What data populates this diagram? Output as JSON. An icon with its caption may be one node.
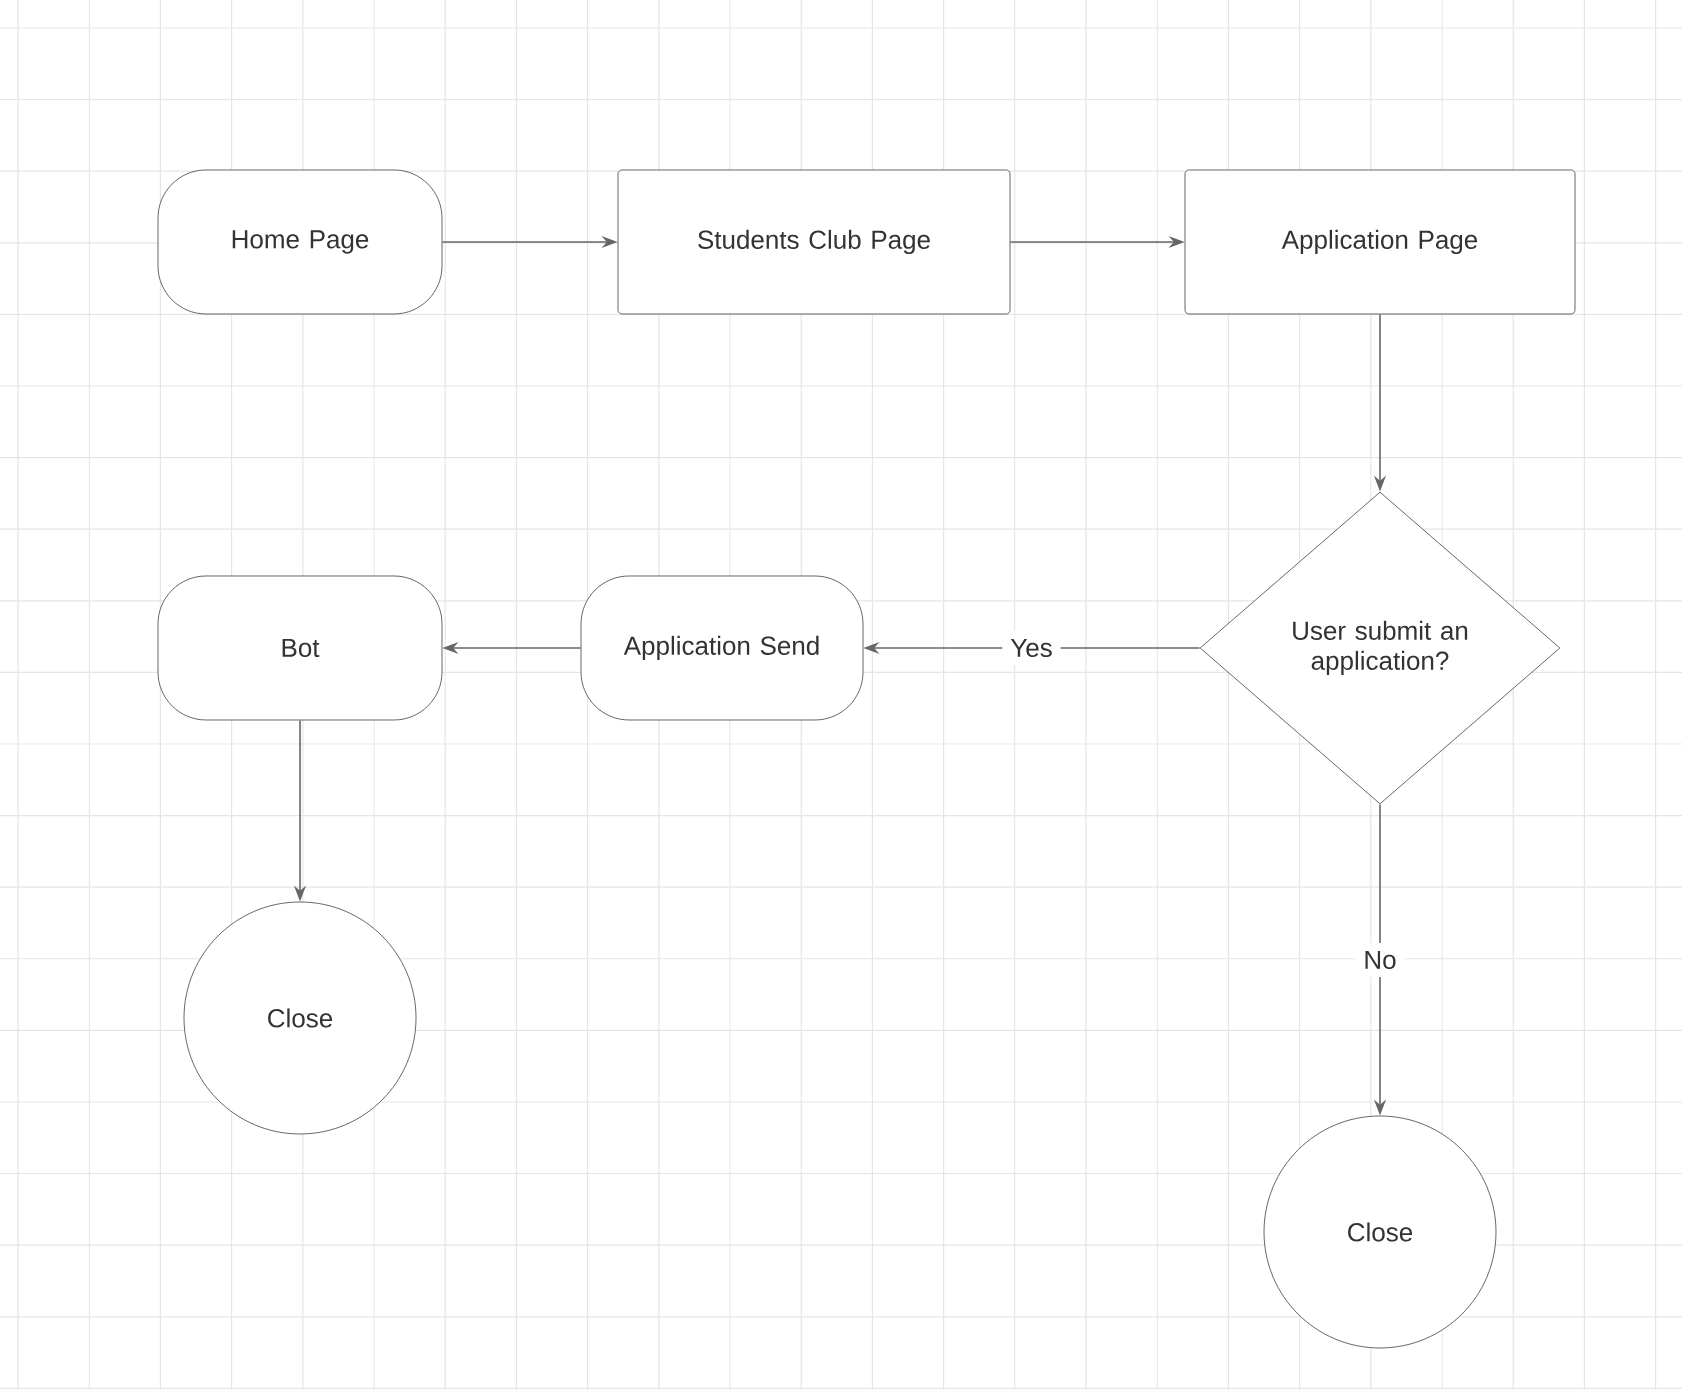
{
  "diagram": {
    "nodes": [
      {
        "text": [
          "Home Page"
        ]
      },
      {
        "text": [
          "Students Club Page"
        ]
      },
      {
        "text": [
          "Application Page"
        ]
      },
      {
        "text": [
          "User submit an application?"
        ]
      },
      {
        "text": [
          "Application Send"
        ]
      },
      {
        "text": [
          "Bot"
        ]
      },
      {
        "text": [
          "Close"
        ]
      },
      {
        "text": [
          "Close"
        ]
      }
    ],
    "edges": [
      {
        "from": 0,
        "to": 1,
        "arrow": "to"
      },
      {
        "from": 1,
        "to": 2,
        "arrow": "to"
      },
      {
        "from": 2,
        "to": 3,
        "arrow": "to"
      },
      {
        "from": 3,
        "to": 4,
        "arrow": "to",
        "label": "Yes"
      },
      {
        "from": 4,
        "to": 5,
        "arrow": "to"
      },
      {
        "from": 5,
        "to": 6,
        "arrow": "to"
      },
      {
        "from": 3,
        "to": 7,
        "arrow": "to",
        "label": "No"
      }
    ]
  }
}
